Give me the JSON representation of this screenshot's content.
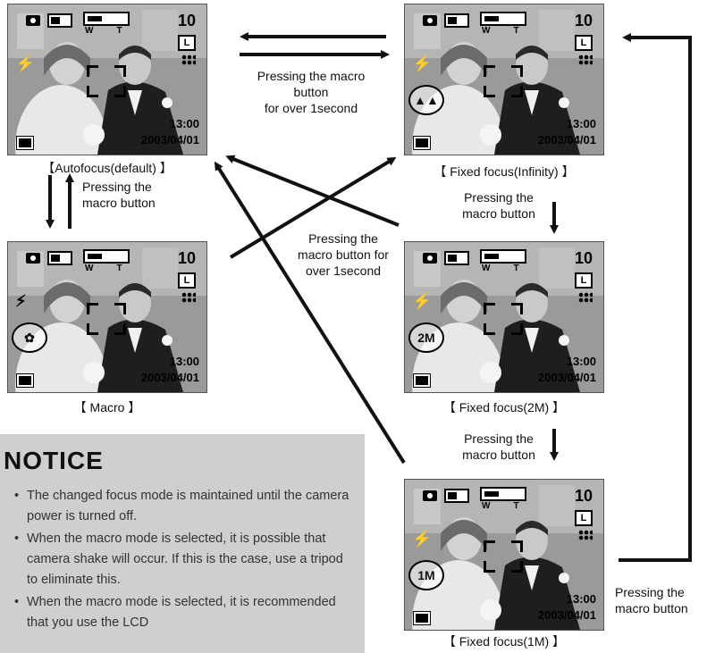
{
  "screens": [
    {
      "id": "autofocus",
      "shots": "10",
      "time": "13:00",
      "date": "2003/04/01",
      "mode": "",
      "caption": "【Autofocus(default) 】"
    },
    {
      "id": "infinity",
      "shots": "10",
      "time": "13:00",
      "date": "2003/04/01",
      "mode": "▲▲",
      "caption": "【 Fixed focus(Infinity) 】"
    },
    {
      "id": "macro",
      "shots": "10",
      "time": "13:00",
      "date": "2003/04/01",
      "mode": "✿",
      "caption": "【 Macro 】"
    },
    {
      "id": "2m",
      "shots": "10",
      "time": "13:00",
      "date": "2003/04/01",
      "mode": "2M",
      "caption": "【 Fixed focus(2M) 】"
    },
    {
      "id": "1m",
      "shots": "10",
      "time": "13:00",
      "date": "2003/04/01",
      "mode": "1M",
      "caption": "【 Fixed focus(1M) 】"
    }
  ],
  "osd": {
    "w": "W",
    "t": "T",
    "size": "L"
  },
  "labels": {
    "press_1s_top": [
      "Pressing the macro",
      "button",
      "for over 1second"
    ],
    "press_left": [
      "Pressing the",
      "macro button"
    ],
    "press_right_1": [
      "Pressing the",
      "macro button"
    ],
    "press_middle": [
      "Pressing the",
      "macro button for",
      "over 1second"
    ],
    "press_right_2": [
      "Pressing the",
      "macro button"
    ],
    "press_far_right": [
      "Pressing the",
      "macro button"
    ]
  },
  "notice": {
    "title": "NOTICE",
    "items": [
      "The changed focus mode is maintained until the camera power is turned off.",
      "When the macro mode is selected, it is possible that camera shake will occur. If this is the case, use a tripod to eliminate this.",
      "When the macro mode is selected, it is recommended that you use the LCD"
    ]
  },
  "colors": {
    "notice_bg": "#cfcfcf",
    "text": "#111111"
  }
}
